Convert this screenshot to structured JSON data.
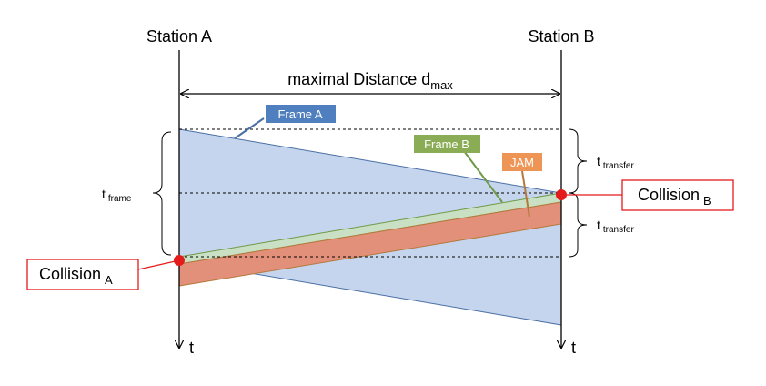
{
  "stations": {
    "a_label": "Station A",
    "b_label": "Station B"
  },
  "distance": {
    "label": "maximal Distance d",
    "subscript": "max"
  },
  "frames": {
    "frame_a": "Frame A",
    "frame_b": "Frame B",
    "jam": "JAM"
  },
  "timing": {
    "t_frame": "t",
    "t_frame_sub": "frame",
    "t_transfer": "t",
    "t_transfer_sub": "transfer"
  },
  "collisions": {
    "a_label": "Collision",
    "a_sub": "A",
    "b_label": "Collision",
    "b_sub": "B"
  },
  "axes": {
    "time_a": "t",
    "time_b": "t"
  },
  "colors": {
    "frame_a_fill": "#c5d5ed",
    "frame_a_stroke": "#4a6fa5",
    "frame_a_box": "#4f7fbf",
    "frame_b_fill": "#c9e0c4",
    "frame_b_stroke": "#6e9a48",
    "frame_b_box": "#8aac55",
    "jam_fill": "#e2907a",
    "jam_stroke": "#b5783b",
    "jam_box": "#ee9556",
    "collision_dot": "#e41b1b",
    "collision_border": "#e41b1b"
  }
}
